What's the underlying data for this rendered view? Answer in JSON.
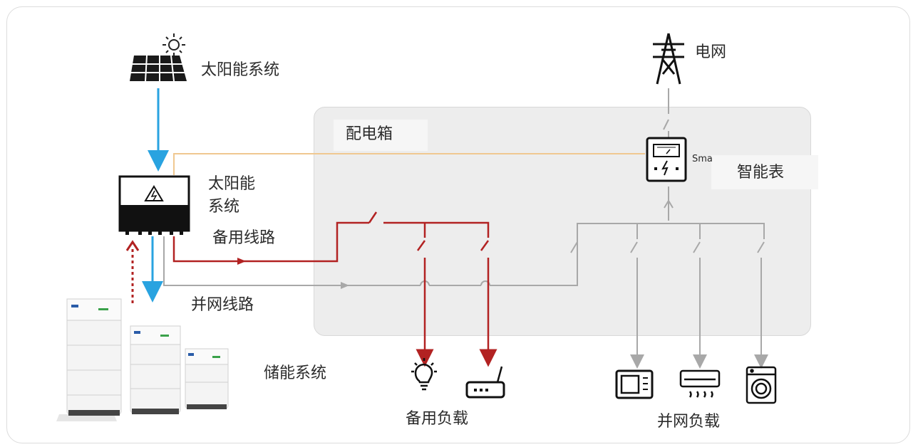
{
  "labels": {
    "solar_system": "太阳能系统",
    "inverter_line1": "太阳能",
    "inverter_line2": "系统",
    "backup_line": "备用线路",
    "grid_line": "并网线路",
    "storage": "储能系统",
    "grid": "电网",
    "distribution_box": "配电箱",
    "smart_meter": "智能表",
    "smart_meter_partial": "Sma",
    "backup_load": "备用负载",
    "grid_load": "并网负载"
  },
  "colors": {
    "dc_flow": "#29a3e0",
    "backup": "#b22222",
    "grid": "#a8a8a8",
    "comm_line": "#f0c890",
    "box_fill": "#ededed"
  },
  "icons": [
    "sun-icon",
    "solar-panel-icon",
    "pylon-icon",
    "inverter-icon",
    "meter-icon",
    "battery-cabinet-icon",
    "bulb-icon",
    "router-icon",
    "microwave-icon",
    "air-conditioner-icon",
    "washing-machine-icon"
  ]
}
